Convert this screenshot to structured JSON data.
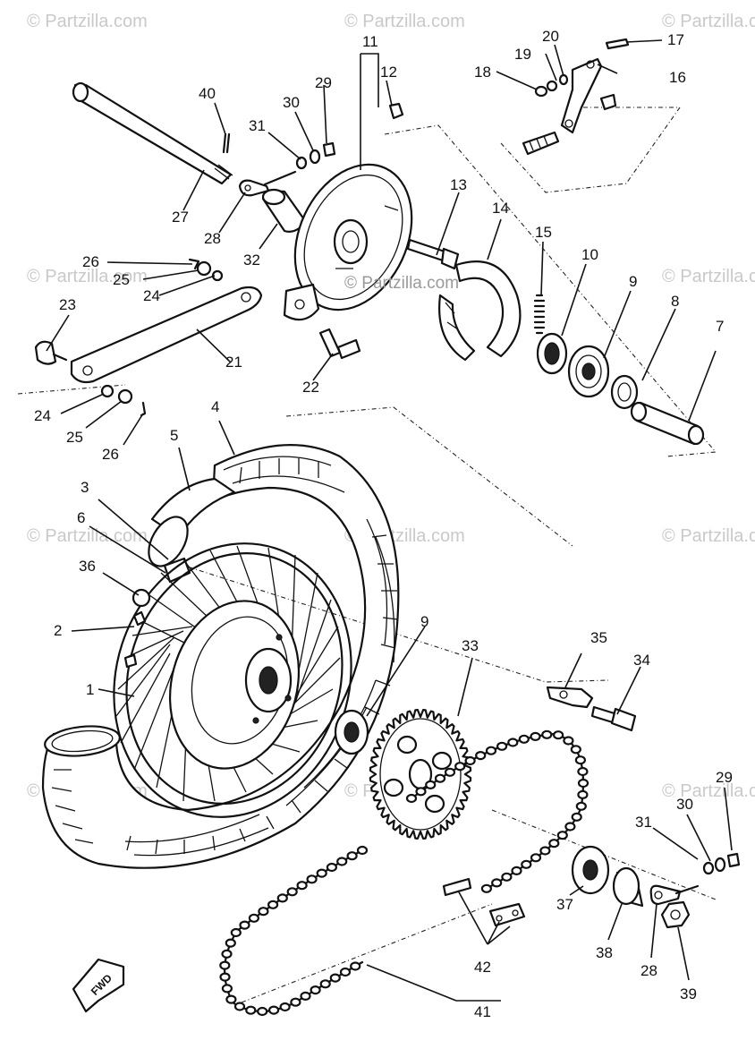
{
  "watermark": {
    "text": "© Partzilla.com",
    "center_text": "© Partzilla.com"
  },
  "direction_marker": {
    "label": "FWD"
  },
  "callouts": [
    "1",
    "2",
    "3",
    "4",
    "5",
    "6",
    "7",
    "8",
    "9",
    "9",
    "10",
    "11",
    "12",
    "13",
    "14",
    "15",
    "16",
    "17",
    "18",
    "19",
    "20",
    "21",
    "22",
    "23",
    "24",
    "24",
    "25",
    "25",
    "26",
    "26",
    "27",
    "28",
    "28",
    "29",
    "29",
    "30",
    "30",
    "31",
    "31",
    "32",
    "33",
    "34",
    "35",
    "36",
    "37",
    "38",
    "39",
    "40",
    "41",
    "42"
  ],
  "labels": {
    "c1": "1",
    "c2": "2",
    "c3": "3",
    "c4": "4",
    "c5": "5",
    "c6": "6",
    "c7": "7",
    "c8": "8",
    "c9a": "9",
    "c9b": "9",
    "c10": "10",
    "c11": "11",
    "c12": "12",
    "c13": "13",
    "c14": "14",
    "c15": "15",
    "c16": "16",
    "c17": "17",
    "c18": "18",
    "c19": "19",
    "c20": "20",
    "c21": "21",
    "c22": "22",
    "c23": "23",
    "c24a": "24",
    "c24b": "24",
    "c25a": "25",
    "c25b": "25",
    "c26a": "26",
    "c26b": "26",
    "c27": "27",
    "c28a": "28",
    "c28b": "28",
    "c29a": "29",
    "c29b": "29",
    "c30a": "30",
    "c30b": "30",
    "c31a": "31",
    "c31b": "31",
    "c32": "32",
    "c33": "33",
    "c34": "34",
    "c35": "35",
    "c36": "36",
    "c37": "37",
    "c38": "38",
    "c39": "39",
    "c40": "40",
    "c41": "41",
    "c42": "42"
  }
}
